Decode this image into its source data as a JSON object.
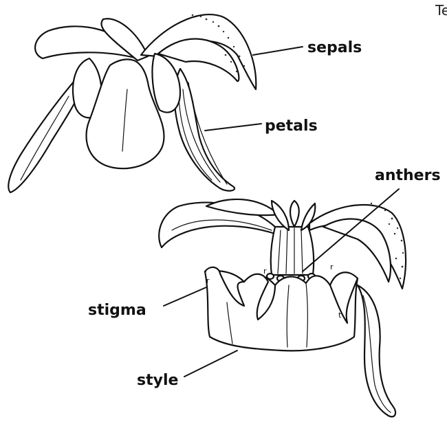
{
  "corner_text": "Te",
  "labels": {
    "sepals": "sepals",
    "petals": "petals",
    "anthers": "anthers",
    "stigma": "stigma",
    "style": "style"
  }
}
